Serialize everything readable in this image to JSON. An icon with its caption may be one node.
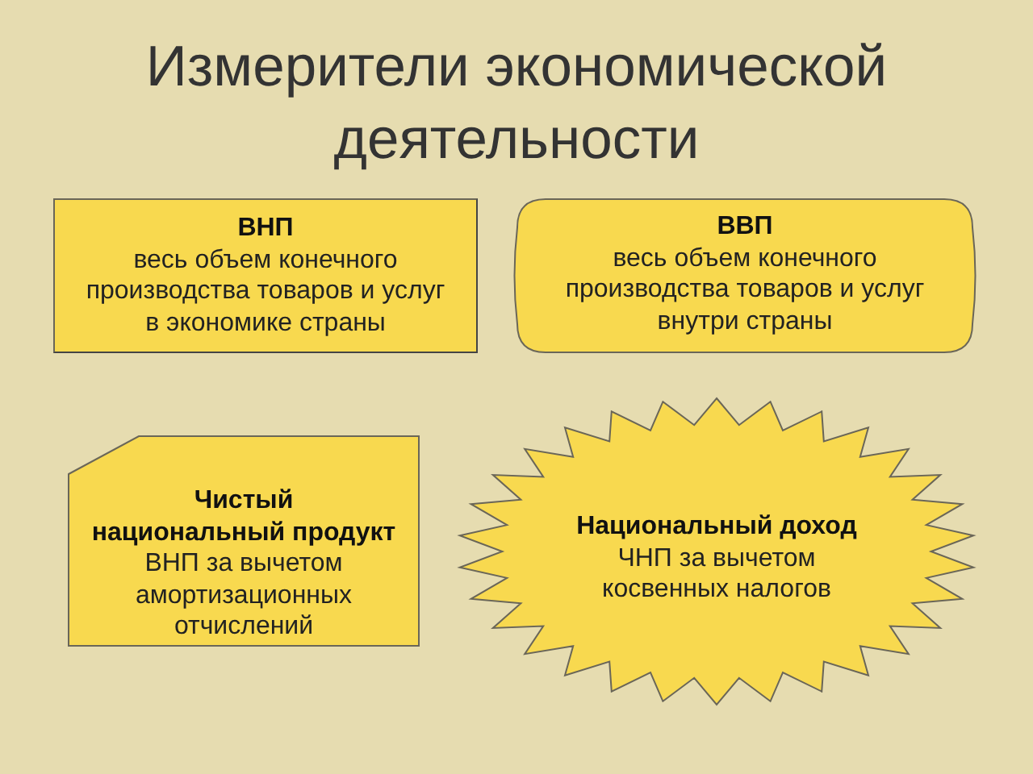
{
  "diagram": {
    "title": "Измерители экономической деятельности",
    "nodes": [
      {
        "text": [
          "ВНП",
          "весь объем конечного производства товаров и услуг в экономике страны"
        ]
      },
      {
        "text": [
          "ВВП",
          "весь объем конечного производства товаров и услуг внутри страны"
        ]
      },
      {
        "text": [
          "Чистый национальный продукт",
          "ВНП за вычетом амортизационных отчислений"
        ]
      },
      {
        "text": [
          "Национальный доход",
          "ЧНП за вычетом косвенных налогов"
        ]
      }
    ]
  }
}
